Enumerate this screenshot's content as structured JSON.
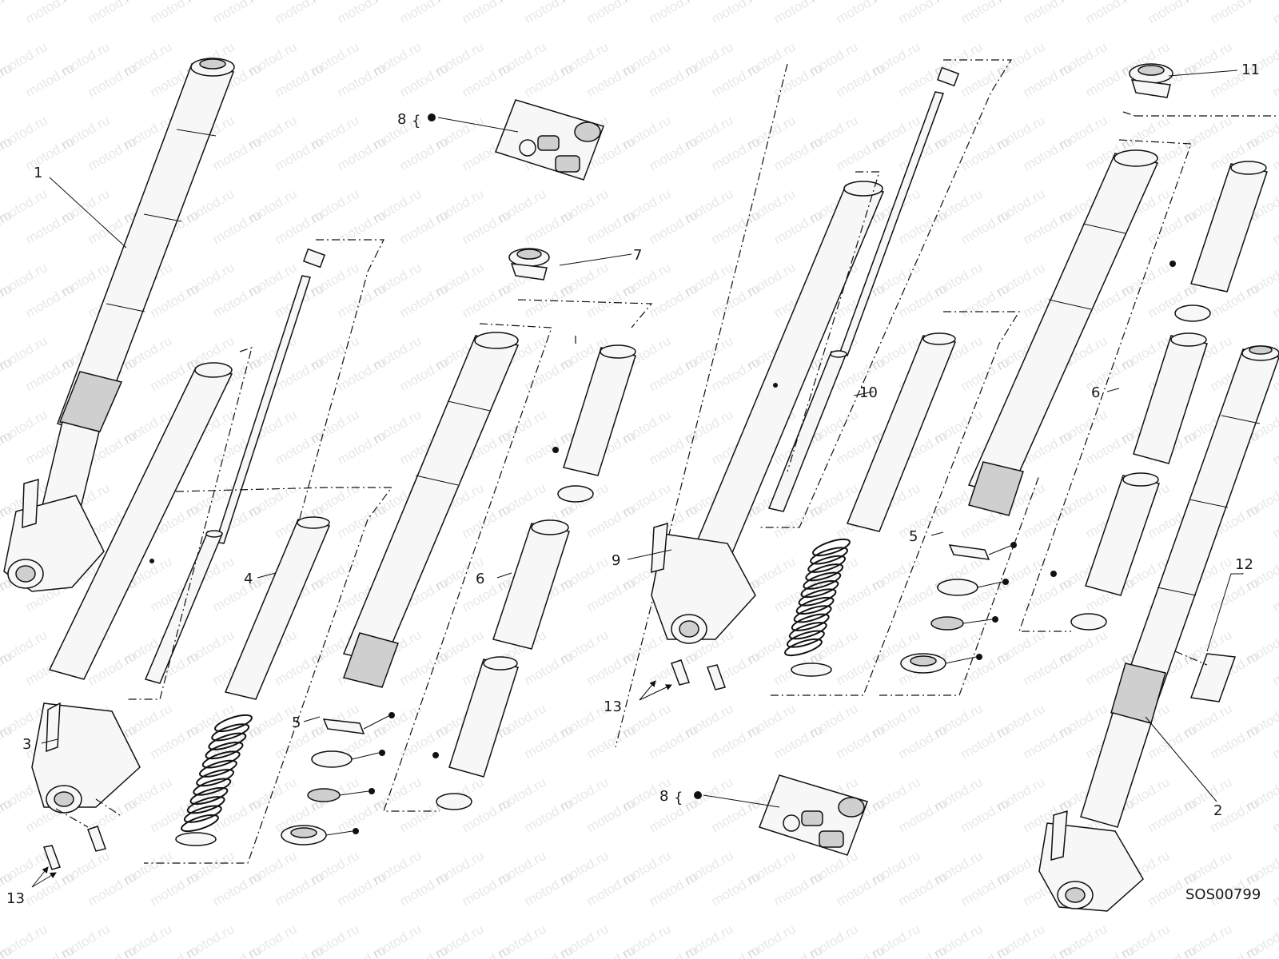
{
  "drawing_code": "SOS00799",
  "watermark": "motod.ru",
  "callouts": [
    {
      "id": "c1",
      "label": "1"
    },
    {
      "id": "c2",
      "label": "2"
    },
    {
      "id": "c3",
      "label": "3"
    },
    {
      "id": "c4",
      "label": "4"
    },
    {
      "id": "c5a",
      "label": "5"
    },
    {
      "id": "c5b",
      "label": "5"
    },
    {
      "id": "c5c",
      "label": "5"
    },
    {
      "id": "c6a",
      "label": "6"
    },
    {
      "id": "c6b",
      "label": "6"
    },
    {
      "id": "c7",
      "label": "7"
    },
    {
      "id": "c8a",
      "label": "8"
    },
    {
      "id": "c8b",
      "label": "8"
    },
    {
      "id": "c9",
      "label": "9"
    },
    {
      "id": "c10",
      "label": "10"
    },
    {
      "id": "c11",
      "label": "11"
    },
    {
      "id": "c12",
      "label": "12"
    },
    {
      "id": "c13a",
      "label": "13"
    },
    {
      "id": "c13b",
      "label": "13"
    }
  ]
}
